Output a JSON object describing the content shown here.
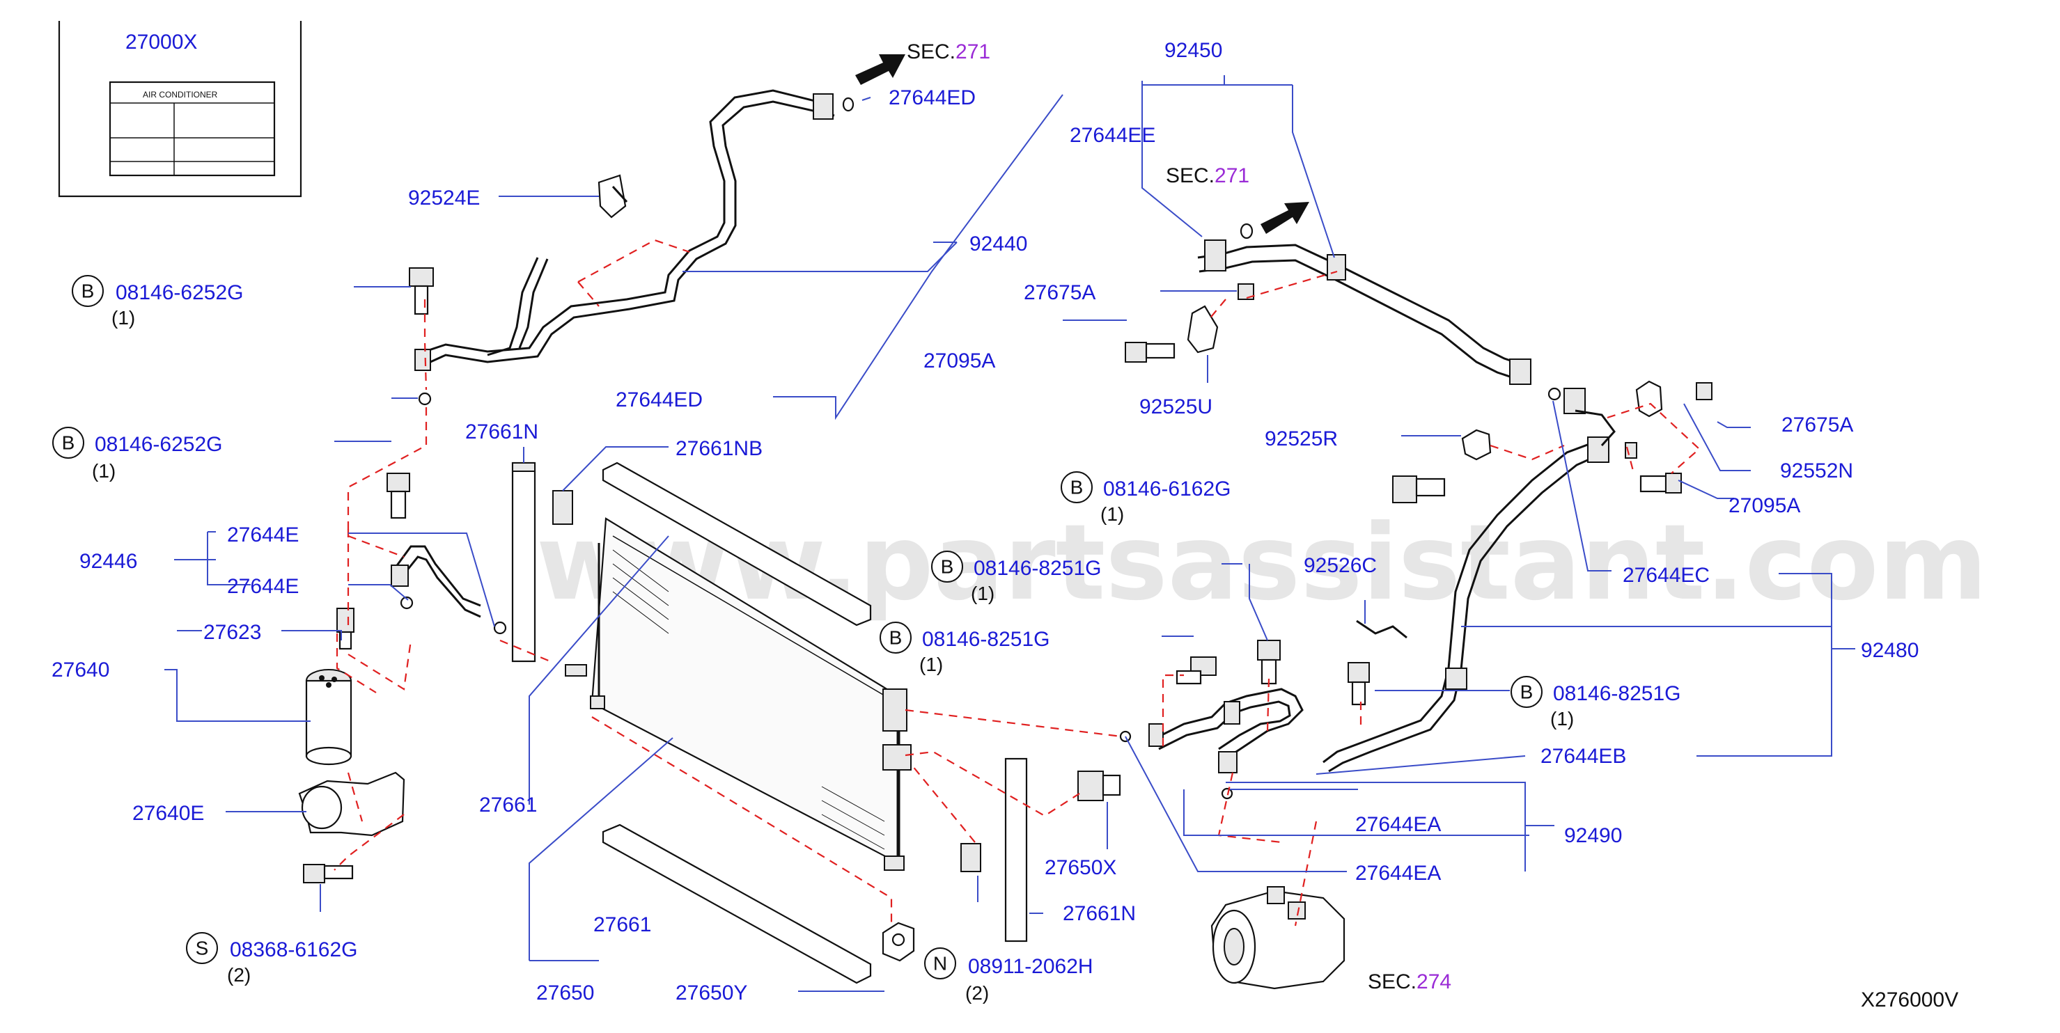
{
  "watermark": "www.partsassistant.com",
  "diagram_code": "X276000V",
  "inset": {
    "part_no": "27000X",
    "label_text": "AIR    CONDITIONER"
  },
  "sec_refs": [
    {
      "prefix": "SEC.",
      "number": "271"
    },
    {
      "prefix": "SEC.",
      "number": "271"
    },
    {
      "prefix": "SEC.",
      "number": "274"
    }
  ],
  "callouts": {
    "b_letter": "B",
    "s_letter": "S",
    "n_letter": "N"
  },
  "labels": {
    "p27644ED_top": "27644ED",
    "p92524E": "92524E",
    "p92440": "92440",
    "b08146_6252G_1": "08146-6252G",
    "q1_a": "(1)",
    "p27644ED_mid": "27644ED",
    "b08146_6252G_2": "08146-6252G",
    "q1_b": "(1)",
    "p27661N_top": "27661N",
    "p27661NB": "27661NB",
    "p27644E_1": "27644E",
    "p92446": "92446",
    "p27644E_2": "27644E",
    "p27623": "27623",
    "p27640": "27640",
    "p27640E": "27640E",
    "s08368_6162G": "08368-6162G",
    "q2_a": "(2)",
    "p27661_left": "27661",
    "p27661_bottom": "27661",
    "p27650": "27650",
    "p27650Y": "27650Y",
    "n08911_2062H": "08911-2062H",
    "q2_b": "(2)",
    "p92450": "92450",
    "p27644EE": "27644EE",
    "p27675A_top": "27675A",
    "p27095A_top": "27095A",
    "p92525U": "92525U",
    "p92525R": "92525R",
    "b08146_6162G": "08146-6162G",
    "q1_c": "(1)",
    "b08146_8251G_1": "08146-8251G",
    "q1_d": "(1)",
    "b08146_8251G_2": "08146-8251G",
    "q1_e": "(1)",
    "p92526C": "92526C",
    "p27675A_right": "27675A",
    "p92552N": "92552N",
    "p27095A_right": "27095A",
    "p27644EC": "27644EC",
    "p92480": "92480",
    "b08146_8251G_3": "08146-8251G",
    "q1_f": "(1)",
    "p27644EB": "27644EB",
    "p27644EA_1": "27644EA",
    "p92490": "92490",
    "p27644EA_2": "27644EA",
    "p27650X": "27650X",
    "p27661N_bottom": "27661N"
  },
  "colors": {
    "label_blue": "#1a1ad6",
    "leader_blue": "#3a4cc8",
    "dash_red": "#e02020",
    "sec_purple": "#9a2bd6"
  },
  "icons": [
    "arrow-icon",
    "bolt-icon",
    "o-ring-icon",
    "clip-icon",
    "bracket-icon",
    "nut-icon"
  ]
}
